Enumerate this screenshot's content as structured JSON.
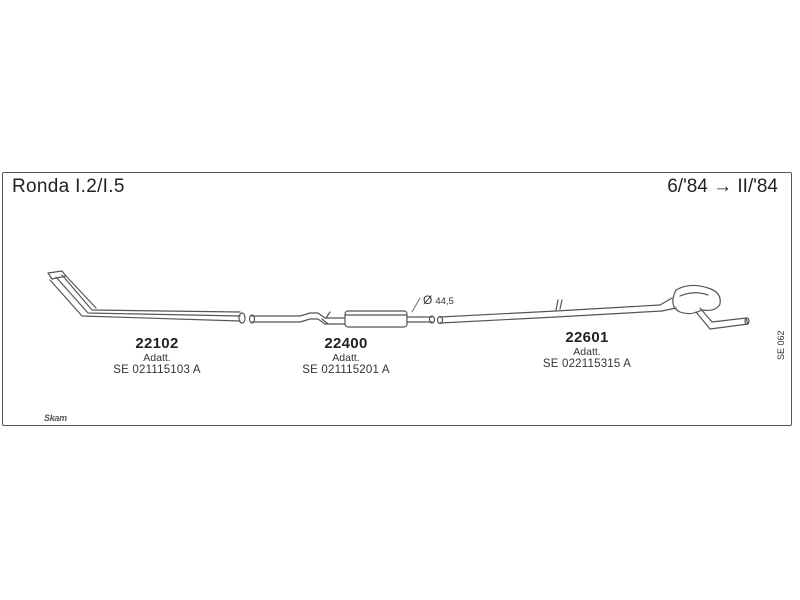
{
  "header": {
    "model": "Ronda I.2/I.5",
    "period": "6/'84 → II/'84"
  },
  "parts": [
    {
      "number": "22102",
      "adapt_label": "Adatt.",
      "oem_code": "SE 021115103 A"
    },
    {
      "number": "22400",
      "adapt_label": "Adatt.",
      "oem_code": "SE 021115201 A"
    },
    {
      "number": "22601",
      "adapt_label": "Adatt.",
      "oem_code": "SE 022115315 A"
    }
  ],
  "pipe_diameter": {
    "symbol": "Ø",
    "value": "44,5"
  },
  "drawing_code": "SE 062",
  "brand": "Skam"
}
